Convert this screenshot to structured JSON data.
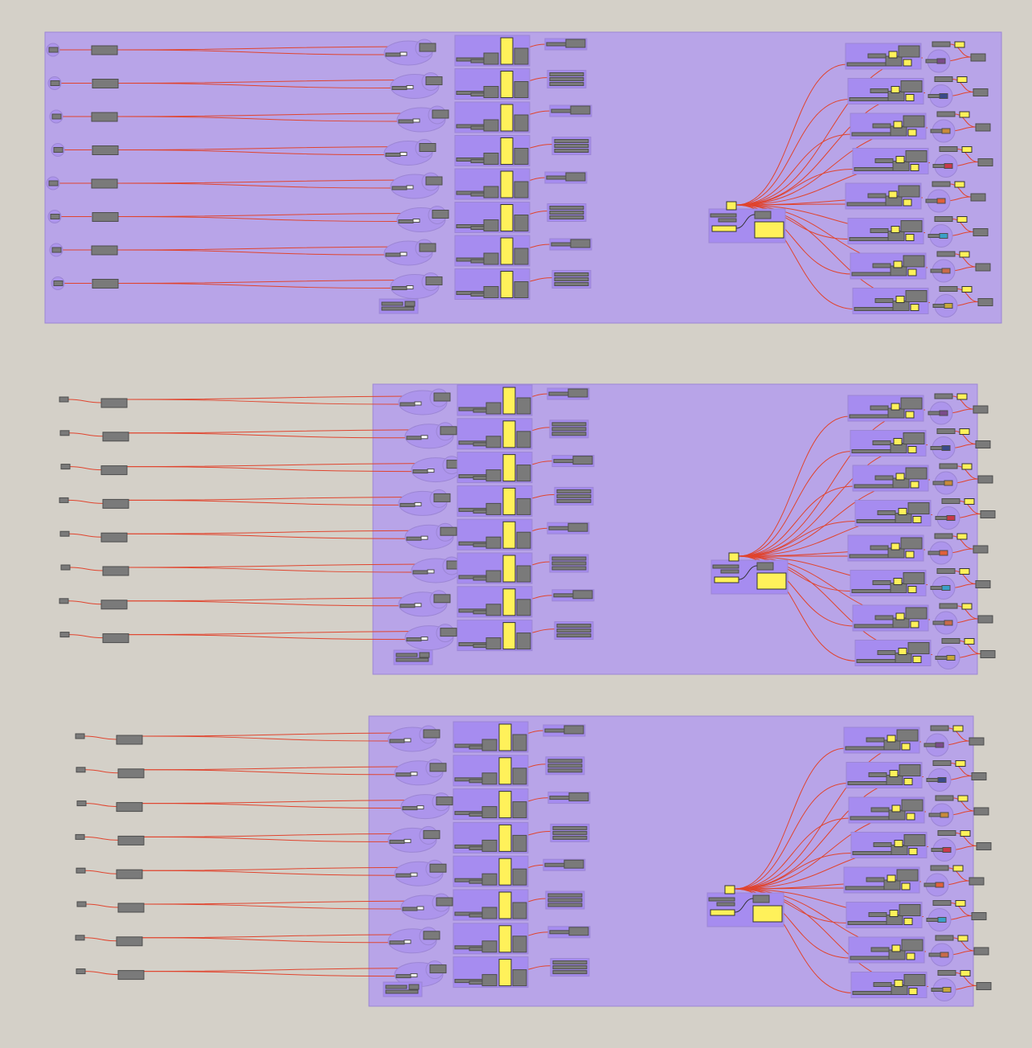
{
  "canvas": {
    "name": "node-graph-canvas",
    "background": "#d4d0c8"
  },
  "colors": {
    "group_fill": "#b8a4e8",
    "group_stroke": "#9c86d4",
    "subgroup_fill": "#a68cf0",
    "blob_fill": "#ad95ec",
    "node_fill": "#7a7a7a",
    "node_stroke": "#4d4d4d",
    "panel_fill": "#fff15a",
    "panel_stroke": "#333333",
    "wire": "#e0442e",
    "wire_dark": "#333333"
  },
  "groups": [
    {
      "name": "group-1",
      "rows": 8,
      "external_inputs": false
    },
    {
      "name": "group-2",
      "rows": 8,
      "external_inputs": true
    },
    {
      "name": "group-3",
      "rows": 8,
      "external_inputs": true
    }
  ],
  "swatch_colors": [
    "#7a4a8a",
    "#3a4a8a",
    "#c88a3a",
    "#c83a4a",
    "#e0603a",
    "#3aa0c8",
    "#c86a4a",
    "#c8a83a"
  ]
}
